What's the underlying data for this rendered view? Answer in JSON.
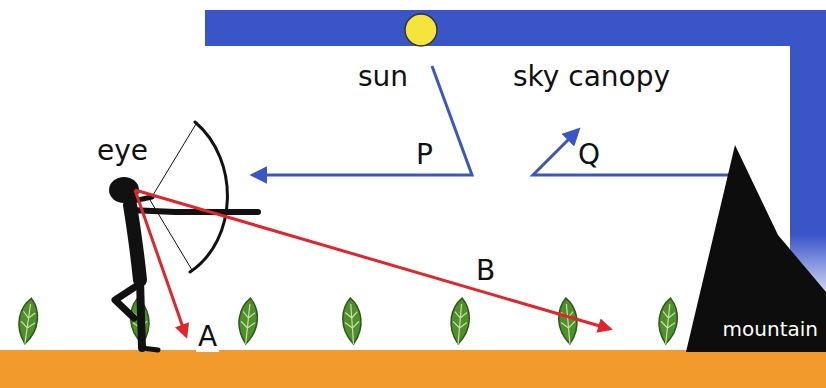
{
  "diagram": {
    "nodes": [
      {
        "text": [
          "mountain"
        ]
      }
    ],
    "labels": [
      "sun",
      "sky canopy",
      "eye",
      "P",
      "Q",
      "A",
      "B"
    ]
  }
}
